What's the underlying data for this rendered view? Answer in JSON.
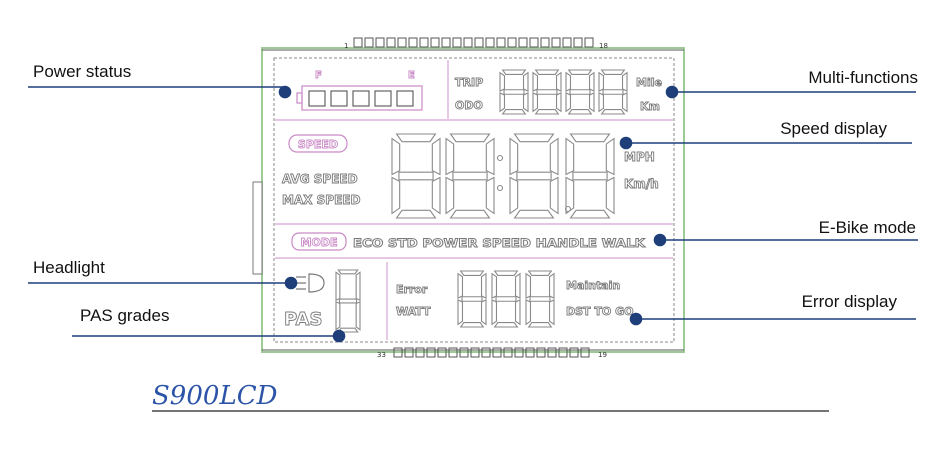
{
  "labels": {
    "power_status": "Power status",
    "multi_functions": "Multi-functions",
    "speed_display": "Speed display",
    "ebike_mode": "E-Bike mode",
    "headlight": "Headlight",
    "pas_grades": "PAS grades",
    "error_display": "Error display"
  },
  "lcd": {
    "pin_top_left": "1",
    "pin_top_right": "18",
    "pin_bottom_left": "33",
    "pin_bottom_right": "19",
    "battery_f": "F",
    "battery_e": "E",
    "trip": "TRIP",
    "odo": "ODO",
    "mile": "Mile",
    "km": "Km",
    "speed_badge": "SPEED",
    "avg_speed": "AVG SPEED",
    "max_speed": "MAX SPEED",
    "mph": "MPH",
    "kmh": "Km/h",
    "mode_badge": "MODE",
    "modes": "ECO STD POWER SPEED HANDLE WALK",
    "error": "Error",
    "watt": "WATT",
    "maintain": "Maintain",
    "dst_to_go": "DST TO GO",
    "pas": "PAS"
  },
  "title": "S900LCD",
  "colors": {
    "lcd_border": "#9ccc94",
    "pink": "#c98ac6",
    "callout": "#1f3f7a",
    "title": "#2b53a7"
  }
}
